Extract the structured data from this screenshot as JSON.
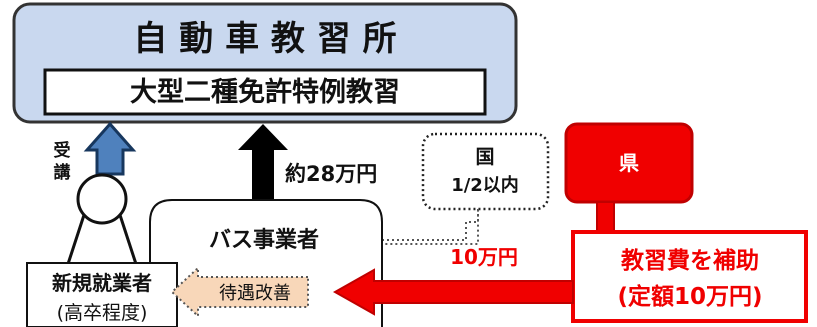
{
  "school": {
    "title": "自 動 車 教 習 所",
    "course": "大型二種免許特例教習"
  },
  "learner_flow": {
    "label_top": "受",
    "label_bottom": "講"
  },
  "payment_flow": {
    "amount": "約28万円"
  },
  "national": {
    "name": "国",
    "share": "1/2以内"
  },
  "prefecture": {
    "name": "県"
  },
  "bus_operator": {
    "name": "バス事業者"
  },
  "new_worker": {
    "name": "新規就業者",
    "qualification": "(高卒程度)"
  },
  "treatment": {
    "label": "待遇改善"
  },
  "subsidy_flow": {
    "amount": "10万円"
  },
  "subsidy": {
    "line1": "教習費を補助",
    "line2": "(定額10万円)"
  },
  "colors": {
    "school_fill": "#c9d8ef",
    "blue_arrow": "#4f81bd",
    "prefecture_red": "#f00000",
    "treatment_fill": "#f8d7b9"
  }
}
